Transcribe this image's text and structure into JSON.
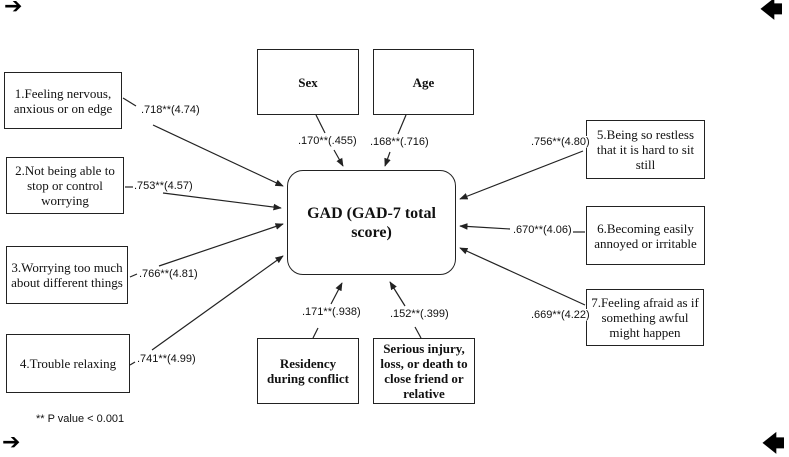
{
  "central": {
    "label": "GAD (GAD-7 total score)"
  },
  "items": [
    {
      "id": "item1",
      "label": "1.Feeling nervous, anxious or on edge",
      "coef": ".718**(4.74)"
    },
    {
      "id": "item2",
      "label": "2.Not being able to stop or control worrying",
      "coef": ".753**(4.57)"
    },
    {
      "id": "item3",
      "label": "3.Worrying too much about different things",
      "coef": ".766**(4.81)"
    },
    {
      "id": "item4",
      "label": "4.Trouble relaxing",
      "coef": ".741**(4.99)"
    },
    {
      "id": "item5",
      "label": "5.Being so restless that it is hard to sit still",
      "coef": ".756**(4.80)"
    },
    {
      "id": "item6",
      "label": "6.Becoming easily annoyed or irritable",
      "coef": ".670**(4.06)"
    },
    {
      "id": "item7",
      "label": "7.Feeling afraid as if something awful might happen",
      "coef": ".669**(4.22)"
    }
  ],
  "covariates": [
    {
      "id": "sex",
      "label": "Sex",
      "coef": ".170**(.455)"
    },
    {
      "id": "age",
      "label": "Age",
      "coef": ".168**(.716)"
    },
    {
      "id": "residency",
      "label": "Residency during conflict",
      "coef": ".171**(.938)"
    },
    {
      "id": "injury",
      "label": "Serious injury, loss, or death to close friend or relative",
      "coef": ".152**(.399)"
    }
  ],
  "footnote": "** P value < 0.001",
  "corner_arrows": {
    "top_left": "right-arrow",
    "top_right": "left-arrow",
    "bottom_left": "right-arrow",
    "bottom_right": "left-arrow"
  }
}
